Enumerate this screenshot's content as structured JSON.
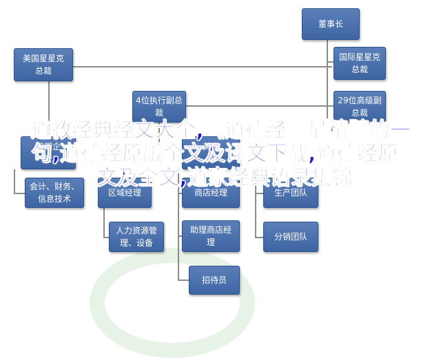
{
  "nodes": {
    "chairman": "董事长",
    "us_constellation": "美国星星克\n总裁",
    "intl_constellation": "国际星星克\n总裁",
    "exec_vp_4": "4位执行副总\n裁",
    "senior_vp_29": "29位高级副\n总裁",
    "left_partial": "美国企\n管",
    "mid_partial": "美国\n商",
    "accounting": "会计、财务、\n信息技术",
    "regional_manager": "区域经理",
    "store_manager": "商店经理",
    "production_team": "生产团队",
    "sales_team": "分销团队",
    "hr_admin": "人力资源管\n理、设备",
    "asst_store_manager": "助理商店经\n理",
    "recruiter": "招待员"
  },
  "overlay_lines": [
    "道教经典经文大全,《道德经》最精髓的一",
    "句,道德经原版全文及译文下载,道德经原",
    "文及全文,道家经典语录集锦"
  ],
  "colors": {
    "box_fill": "#4a70ad",
    "box_border": "#2e518a",
    "connector": "#8a8a8a",
    "overlay_text": "#1a1ad6"
  }
}
